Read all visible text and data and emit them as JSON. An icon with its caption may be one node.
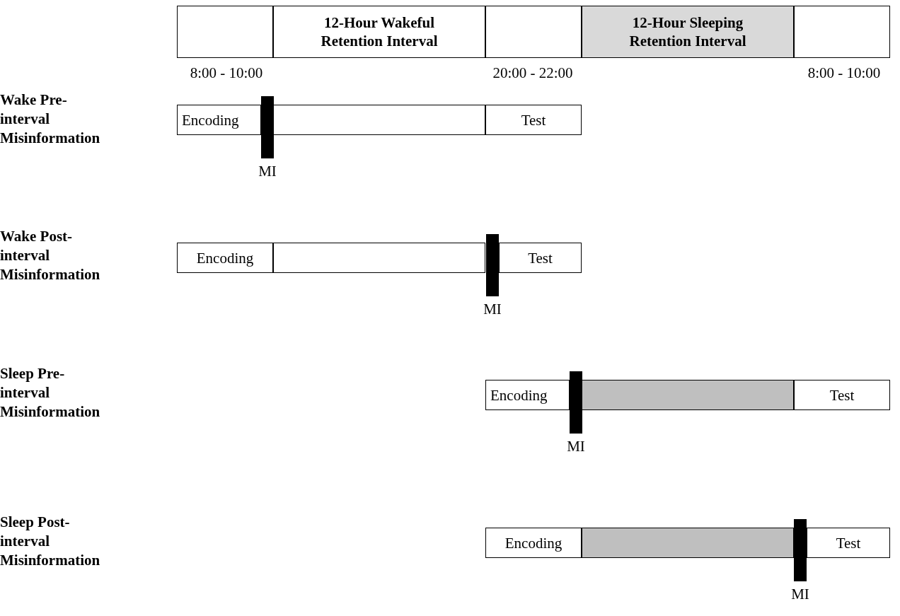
{
  "diagram": {
    "nodes": [
      {
        "text": [],
        "shape": "box"
      },
      {
        "text": [
          "12-Hour Wakeful Retention Interval"
        ]
      },
      {
        "text": [],
        "shape": "box"
      },
      {
        "text": [
          "12-Hour Sleeping Retention Interval"
        ]
      },
      {
        "text": [],
        "shape": "box"
      },
      {
        "text": [
          "Encoding"
        ]
      },
      {
        "text": [],
        "shape": "box"
      },
      {
        "text": [
          "Test"
        ]
      },
      {
        "text": [],
        "shape": "bar",
        "beside": [
          "MI"
        ]
      },
      {
        "text": [
          "Encoding"
        ]
      },
      {
        "text": [],
        "shape": "box"
      },
      {
        "text": [
          "Test"
        ]
      },
      {
        "text": [],
        "shape": "bar",
        "beside": [
          "MI"
        ]
      },
      {
        "text": [
          "Encoding"
        ]
      },
      {
        "text": [],
        "shape": "box"
      },
      {
        "text": [
          "Test"
        ]
      },
      {
        "text": [],
        "shape": "bar",
        "beside": [
          "MI"
        ]
      },
      {
        "text": [
          "Encoding"
        ]
      },
      {
        "text": [],
        "shape": "box"
      },
      {
        "text": [
          "Test"
        ]
      },
      {
        "text": [],
        "shape": "bar",
        "beside": [
          "MI"
        ]
      }
    ],
    "labels": [
      "8:00 - 10:00",
      "20:00 - 22:00",
      "8:00 - 10:00",
      "Wake Pre-interval Misinformation",
      "Wake Post-interval Misinformation",
      "Sleep Pre-interval Misinformation",
      "Sleep Post-interval Misinformation"
    ]
  }
}
